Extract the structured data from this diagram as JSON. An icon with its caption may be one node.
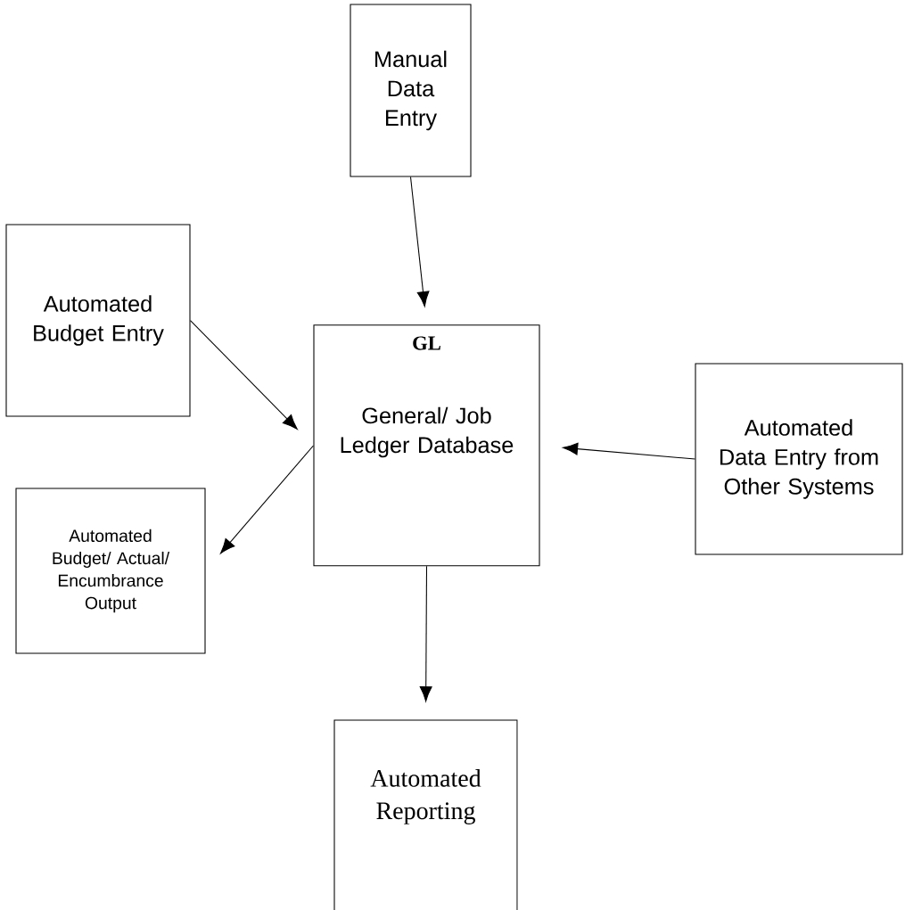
{
  "diagram": {
    "nodes": [
      {
        "text": [
          "Manual Data Entry"
        ]
      },
      {
        "text": [
          "Automated Budget Entry"
        ]
      },
      {
        "text": [
          "GL",
          "General/ Job Ledger Database"
        ]
      },
      {
        "text": [
          "Automated Data Entry from Other Systems"
        ]
      },
      {
        "text": [
          "Automated Budget/ Actual/ Encumbrance Output"
        ]
      },
      {
        "text": [
          "Automated Reporting"
        ]
      }
    ],
    "edges": [
      {
        "from": 0,
        "to": 2,
        "arrow": "to"
      },
      {
        "from": 1,
        "to": 2,
        "arrow": "to"
      },
      {
        "from": 3,
        "to": 2,
        "arrow": "to"
      },
      {
        "from": 2,
        "to": 4,
        "arrow": "to"
      },
      {
        "from": 2,
        "to": 5,
        "arrow": "to"
      }
    ]
  }
}
